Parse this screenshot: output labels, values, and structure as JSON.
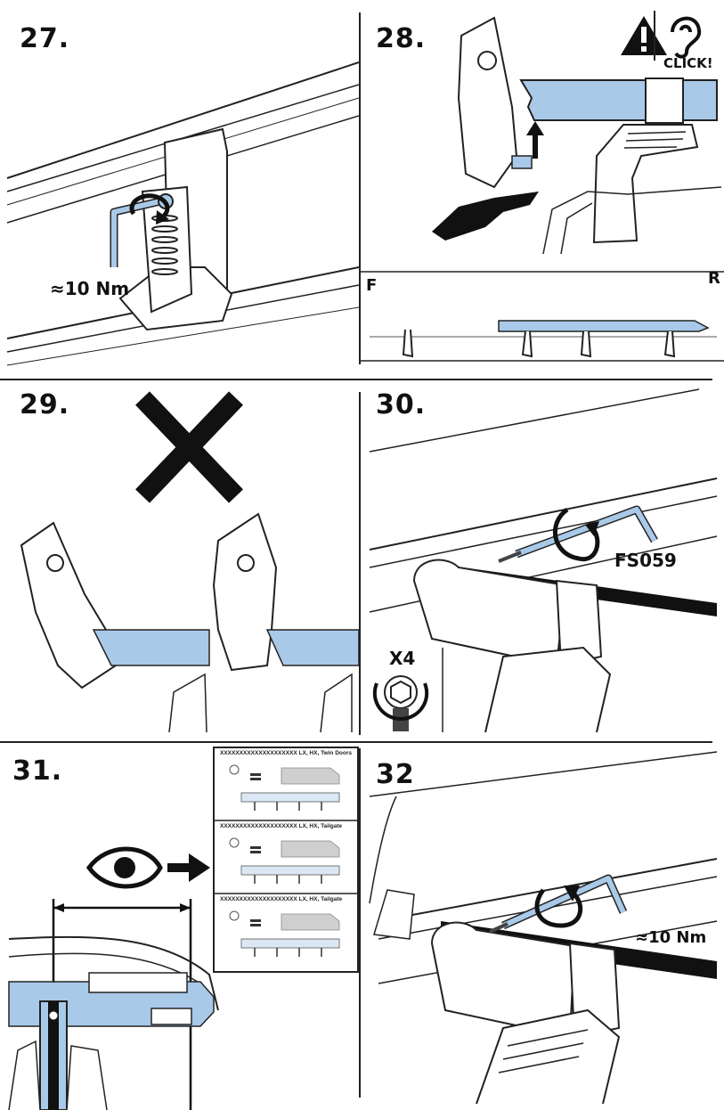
{
  "steps": {
    "s27": {
      "number": "27.",
      "torque": "≈10 Nm"
    },
    "s28": {
      "number": "28.",
      "click_label": "CLICK!",
      "front_label": "F",
      "rear_label": "R"
    },
    "s29": {
      "number": "29."
    },
    "s30": {
      "number": "30.",
      "part_code": "FS059",
      "multiplier": "X4"
    },
    "s31": {
      "number": "31."
    },
    "s32": {
      "number": "32",
      "torque": "≈10 Nm"
    }
  },
  "colors": {
    "accent_blue": "#a9c9e8",
    "line": "#1a1a1a"
  },
  "icons": [
    "hex-key-icon",
    "rotate-arrow-icon",
    "warning-icon",
    "ear-icon",
    "hand-icon",
    "up-arrow-icon",
    "cross-icon",
    "eye-icon",
    "right-arrow-icon",
    "bolt-icon"
  ],
  "chart_sheet": {
    "rows": [
      {
        "title": "XXXXXXXXXXXXXXXXXXXX LX, HX, Twin Doors"
      },
      {
        "title": "XXXXXXXXXXXXXXXXXXXX LX, HX, Tailgate"
      },
      {
        "title": "XXXXXXXXXXXXXXXXXXXX LX, HX, Tailgate"
      }
    ]
  }
}
